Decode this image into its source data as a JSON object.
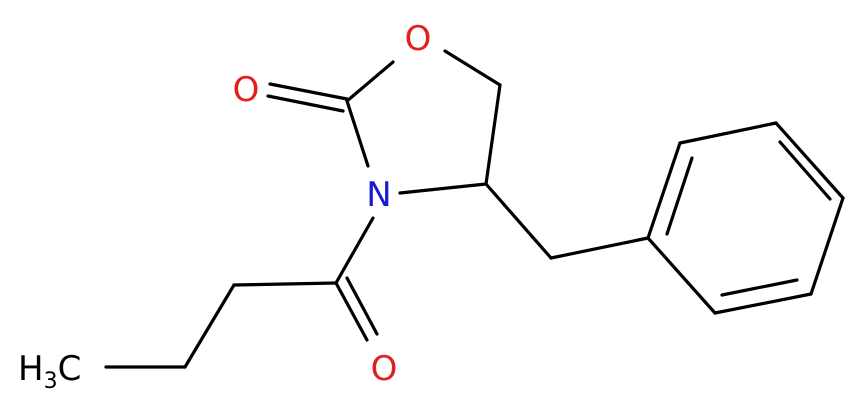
{
  "molecule": {
    "atoms": {
      "o_ring": {
        "text": "O",
        "color": "#e0201a"
      },
      "o_carbonyl_ring": {
        "text": "O",
        "color": "#e0201a"
      },
      "n_ring": {
        "text": "N",
        "color": "#1a1ad0"
      },
      "o_acyl": {
        "text": "O",
        "color": "#e0201a"
      },
      "methyl": {
        "main": "H",
        "sub": "3",
        "tail": "C",
        "color": "#000000"
      }
    }
  }
}
